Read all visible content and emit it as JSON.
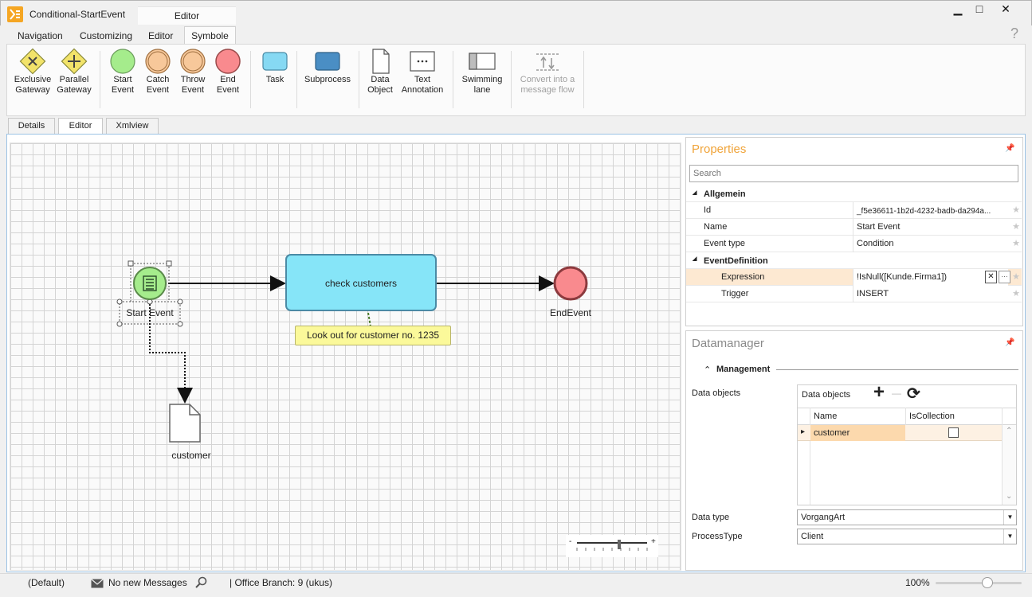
{
  "window": {
    "title": "Conditional-StartEvent",
    "context_tab": "Editor",
    "min_glyph": "▁",
    "max_glyph": "□",
    "close_glyph": "✕",
    "help_glyph": "?"
  },
  "ribbon_tabs": [
    "Navigation",
    "Customizing",
    "Editor",
    "Symbole"
  ],
  "ribbon": {
    "exclusive_gateway": "Exclusive\nGateway",
    "parallel_gateway": "Parallel\nGateway",
    "start_event": "Start\nEvent",
    "catch_event": "Catch\nEvent",
    "throw_event": "Throw\nEvent",
    "end_event": "End\nEvent",
    "task": "Task",
    "subprocess": "Subprocess",
    "data_object": "Data\nObject",
    "text_annotation": "Text\nAnnotation",
    "swimming_lane": "Swimming\nlane",
    "convert_message_flow": "Convert into a\nmessage flow"
  },
  "doc_tabs": [
    "Details",
    "Editor",
    "Xmlview"
  ],
  "diagram": {
    "start_event_label": "Start Event",
    "task_label": "check customers",
    "end_event_label": "EndEvent",
    "annotation_text": "Look out for customer no. 1235",
    "data_object_label": "customer",
    "zoom_minus": "-",
    "zoom_plus": "+"
  },
  "properties": {
    "title": "Properties",
    "search_placeholder": "Search",
    "group_general": "Allgemein",
    "rows": [
      {
        "key": "Id",
        "value": "_f5e36611-1b2d-4232-badb-da294a..."
      },
      {
        "key": "Name",
        "value": "Start Event"
      },
      {
        "key": "Event type",
        "value": "Condition"
      }
    ],
    "group_eventdef": "EventDefinition",
    "expression_key": "Expression",
    "expression_value": "!IsNull([Kunde.Firma1])",
    "trigger_key": "Trigger",
    "trigger_value": "INSERT",
    "clear_glyph": "✕",
    "more_glyph": "···",
    "star_glyph": "★",
    "collapse_glyph": "◢",
    "pin_glyph": "📌"
  },
  "datamanager": {
    "title": "Datamanager",
    "section": "Management",
    "section_glyph": "⌃",
    "data_objects_label": "Data objects",
    "grid_title": "Data objects",
    "add_glyph": "+",
    "remove_glyph": "—",
    "refresh_glyph": "⟳",
    "col_name": "Name",
    "col_iscollection": "IsCollection",
    "row_marker": "▸",
    "rows": [
      {
        "name": "customer",
        "is_collection": false
      }
    ],
    "data_type_label": "Data type",
    "data_type_value": "VorgangArt",
    "process_type_label": "ProcessType",
    "process_type_value": "Client",
    "dropdown_glyph": "▼",
    "scroll_up_glyph": "⌃",
    "scroll_down_glyph": "⌄"
  },
  "status": {
    "profile": "(Default)",
    "messages": "No new Messages",
    "branch": "| Office Branch:  9 (ukus)",
    "zoom": "100%",
    "zoom_level": 0.6
  }
}
